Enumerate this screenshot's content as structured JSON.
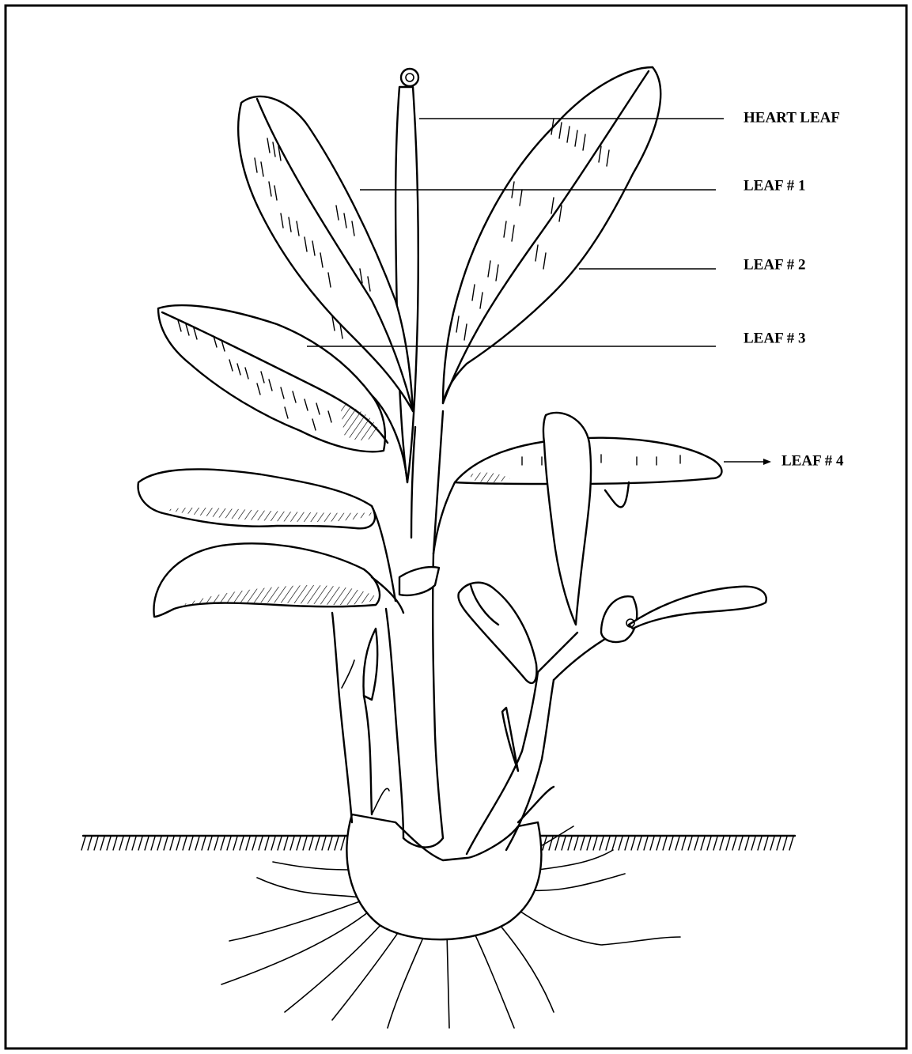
{
  "labels": {
    "heart_leaf": "HEART LEAF",
    "leaf_1": "LEAF # 1",
    "leaf_2": "LEAF # 2",
    "leaf_3": "LEAF # 3",
    "leaf_4": "LEAF # 4"
  }
}
